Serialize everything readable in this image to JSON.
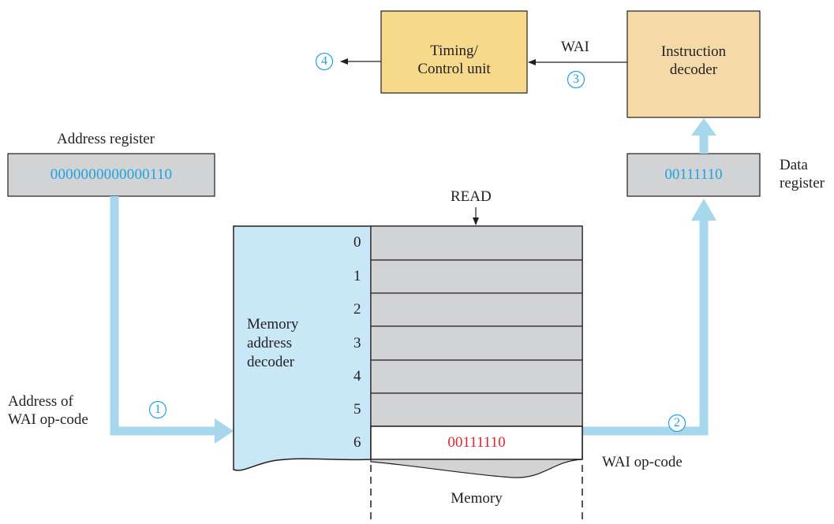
{
  "colors": {
    "block_fill": "#f7d98b",
    "decoder_block_fill": "#f5d9a8",
    "register_fill": "#d1d3d4",
    "memory_cell_fill": "#d1d3d4",
    "address_decoder_fill": "#c8e7f7",
    "flow_arrow": "#a6d7ec",
    "value_text": "#1ba3e3",
    "memory_value_text": "#e0242f",
    "step_marker": "#1ba3e3"
  },
  "blocks": {
    "timing_control": {
      "line1": "Timing/",
      "line2": "Control unit"
    },
    "instruction_decoder": {
      "line1": "Instruction",
      "line2": "decoder"
    }
  },
  "signals": {
    "wai": "WAI",
    "read": "READ"
  },
  "steps": [
    "1",
    "2",
    "3",
    "4"
  ],
  "address_register": {
    "label": "Address register",
    "value": "0000000000000110"
  },
  "data_register": {
    "label_line1": "Data",
    "label_line2": "register",
    "value": "00111110"
  },
  "memory": {
    "decoder_label": [
      "Memory",
      "address",
      "decoder"
    ],
    "addresses": [
      "0",
      "1",
      "2",
      "3",
      "4",
      "5",
      "6"
    ],
    "location_6_value": "00111110",
    "label": "Memory"
  },
  "annotations": {
    "address_of_line1": "Address of",
    "address_of_line2": "WAI op-code",
    "wai_opcode": "WAI op-code"
  }
}
